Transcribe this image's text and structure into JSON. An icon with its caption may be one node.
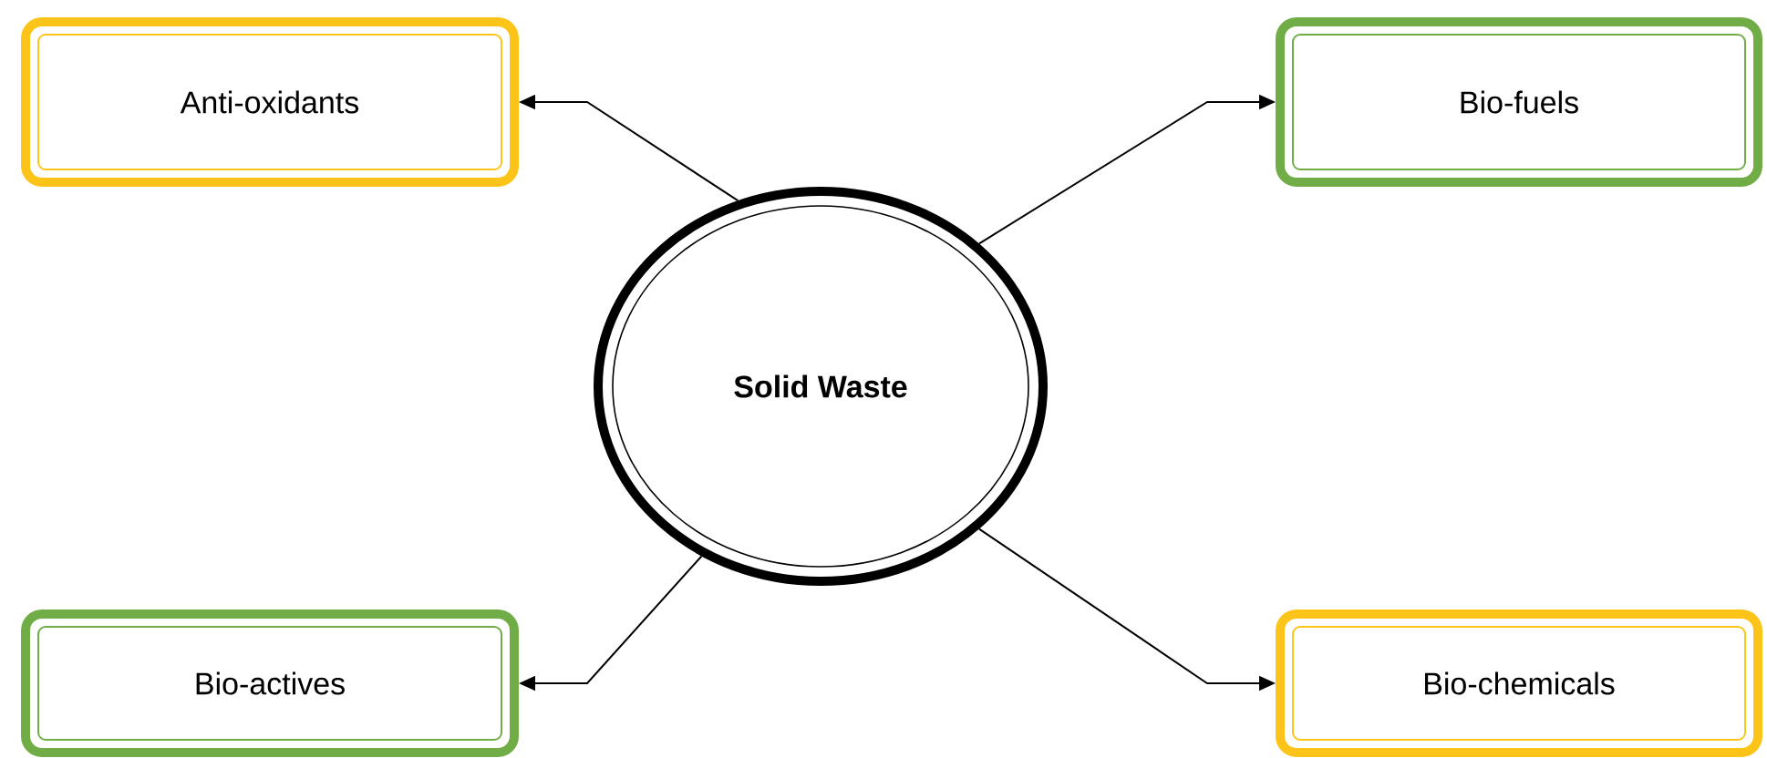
{
  "diagram": {
    "nodes": [
      {
        "text": [
          "Solid Waste"
        ]
      },
      {
        "text": [
          "Anti-oxidants"
        ]
      },
      {
        "text": [
          "Bio-fuels"
        ]
      },
      {
        "text": [
          "Bio-actives"
        ]
      },
      {
        "text": [
          "Bio-chemicals"
        ]
      }
    ],
    "edges": [
      {
        "from": 0,
        "to": 1,
        "arrow": "to"
      },
      {
        "from": 0,
        "to": 2,
        "arrow": "to"
      },
      {
        "from": 0,
        "to": 3,
        "arrow": "to"
      },
      {
        "from": 0,
        "to": 4,
        "arrow": "to"
      }
    ]
  }
}
